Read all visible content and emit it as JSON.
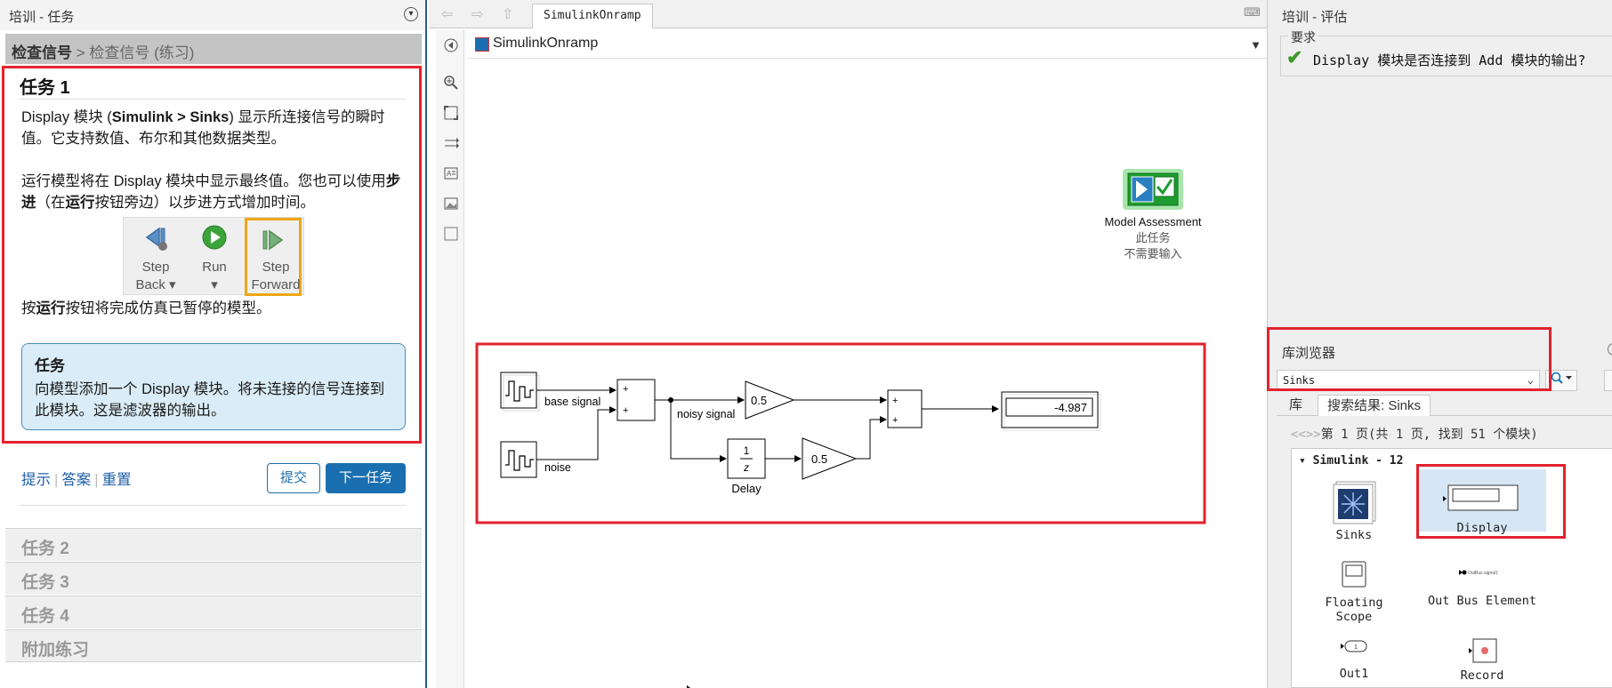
{
  "left_pane": {
    "title": "培训 - 任务",
    "breadcrumb_bold": "检查信号",
    "breadcrumb_rest": " > 检查信号 (练习)",
    "task1": {
      "title": "任务 1",
      "para1_a": "Display 模块 (",
      "para1_b": "Simulink > Sinks",
      "para1_c": ") 显示所连接信号的瞬时值。它支持数值、布尔和其他数据类型。",
      "para2_a": "运行模型将在 Display 模块中显示最终值。您也可以使用",
      "para2_b": "步进",
      "para2_c": "（在",
      "para2_d": "运行",
      "para2_e": "按钮旁边）以步进方式增加时间。",
      "para3_a": "按",
      "para3_b": "运行",
      "para3_c": "按钮将完成仿真已暂停的模型。",
      "toolbar": {
        "step_back": [
          "Step",
          "Back ▾"
        ],
        "run": [
          "Run",
          "▾"
        ],
        "step_forward": [
          "Step",
          "Forward"
        ]
      },
      "taskbox_heading": "任务",
      "taskbox_text": "向模型添加一个 Display 模块。将未连接的信号连接到此模块。这是滤波器的输出。",
      "links": [
        "提示",
        "答案",
        "重置"
      ],
      "submit": "提交",
      "next": "下一任务"
    },
    "other_tasks": [
      "任务 2",
      "任务 3",
      "任务 4",
      "附加练习"
    ]
  },
  "editor": {
    "tab": "SimulinkOnramp",
    "address": "SimulinkOnramp",
    "model_assessment": {
      "label": "Model Assessment",
      "sub1": "此任务",
      "sub2": "不需要输入"
    },
    "blocks": {
      "base_signal": "base signal",
      "noise": "noise",
      "noisy_signal": "noisy signal",
      "gain1": "0.5",
      "gain2": "0.5",
      "delay_num": "1",
      "delay_den": "z",
      "delay_label": "Delay",
      "display_value": "-4.987",
      "sum_plus": "+"
    }
  },
  "right_pane": {
    "title": "培训 - 评估",
    "requirements_legend": "要求",
    "requirement": "Display 模块是否连接到 Add 模块的输出?",
    "library_title": "库浏览器",
    "search_value": "Sinks",
    "tab_lib": "库",
    "tab_results": "搜索结果: Sinks",
    "pager": "第 1 页(共 1 页, 找到 51 个模块)",
    "group": "▾ Simulink - 12",
    "items": [
      "Sinks",
      "Display",
      "Floating\nScope",
      "Out Bus Element",
      "Out1",
      "Record"
    ],
    "out_bus_tiny": "OutBus.signal1",
    "out1_tiny": "1"
  },
  "colors": {
    "highlight": "#e3222d",
    "step_forward_outline": "#f0a616",
    "link": "#1f5fa8",
    "primary_button": "#1a6fb0",
    "check": "#3b9b2a"
  }
}
